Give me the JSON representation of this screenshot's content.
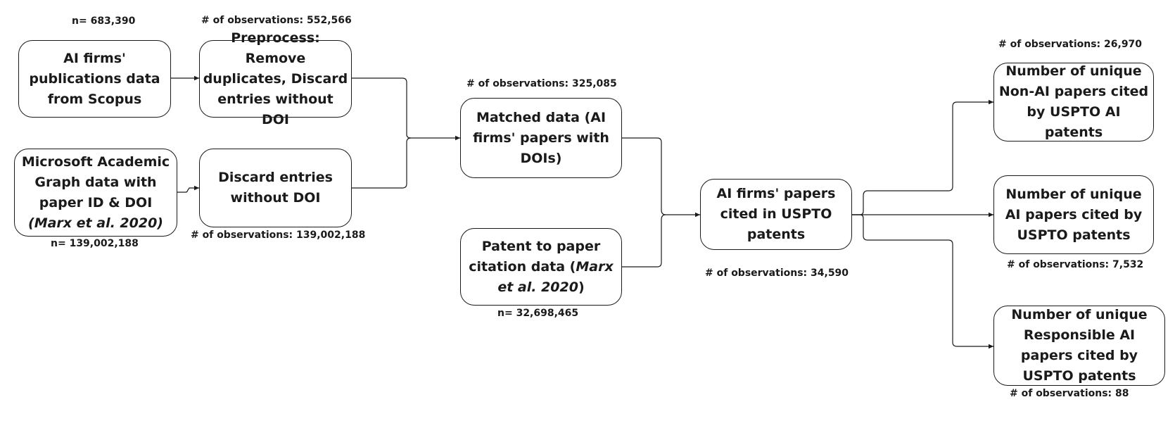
{
  "boxes": {
    "scopus": {
      "text": "AI firms' publications data from Scopus"
    },
    "preprocess": {
      "text": "Preprocess: Remove duplicates, Discard entries without DOI"
    },
    "mag": {
      "text": "Microsoft Academic Graph data with paper ID & DOI",
      "cite": "(Marx et al. 2020)"
    },
    "discard": {
      "text": "Discard entries without DOI"
    },
    "matched": {
      "text": "Matched data (AI firms' papers with DOIs)"
    },
    "patent_cite": {
      "text_pre": "Patent to paper citation data (",
      "cite": "Marx et al. 2020",
      "text_post": ")"
    },
    "cited": {
      "text": "AI firms' papers cited in USPTO patents"
    },
    "nonai": {
      "text": "Number of unique Non-AI papers cited by USPTO AI patents"
    },
    "ai": {
      "text": "Number of unique AI papers cited by USPTO patents"
    },
    "rai": {
      "text": "Number of unique Responsible AI papers cited by USPTO patents"
    }
  },
  "labels": {
    "scopus_n": "n= 683,390",
    "preprocess_obs": "# of observations: 552,566",
    "mag_n": "n= 139,002,188",
    "discard_obs": "# of observations: 139,002,188",
    "matched_obs": "# of observations: 325,085",
    "patent_n": "n= 32,698,465",
    "cited_obs": "# of observations: 34,590",
    "nonai_obs": "# of observations: 26,970",
    "ai_obs": "# of observations: 7,532",
    "rai_obs": "# of observations: 88"
  },
  "colors": {
    "stroke": "#1a1a1a",
    "background": "#ffffff"
  }
}
